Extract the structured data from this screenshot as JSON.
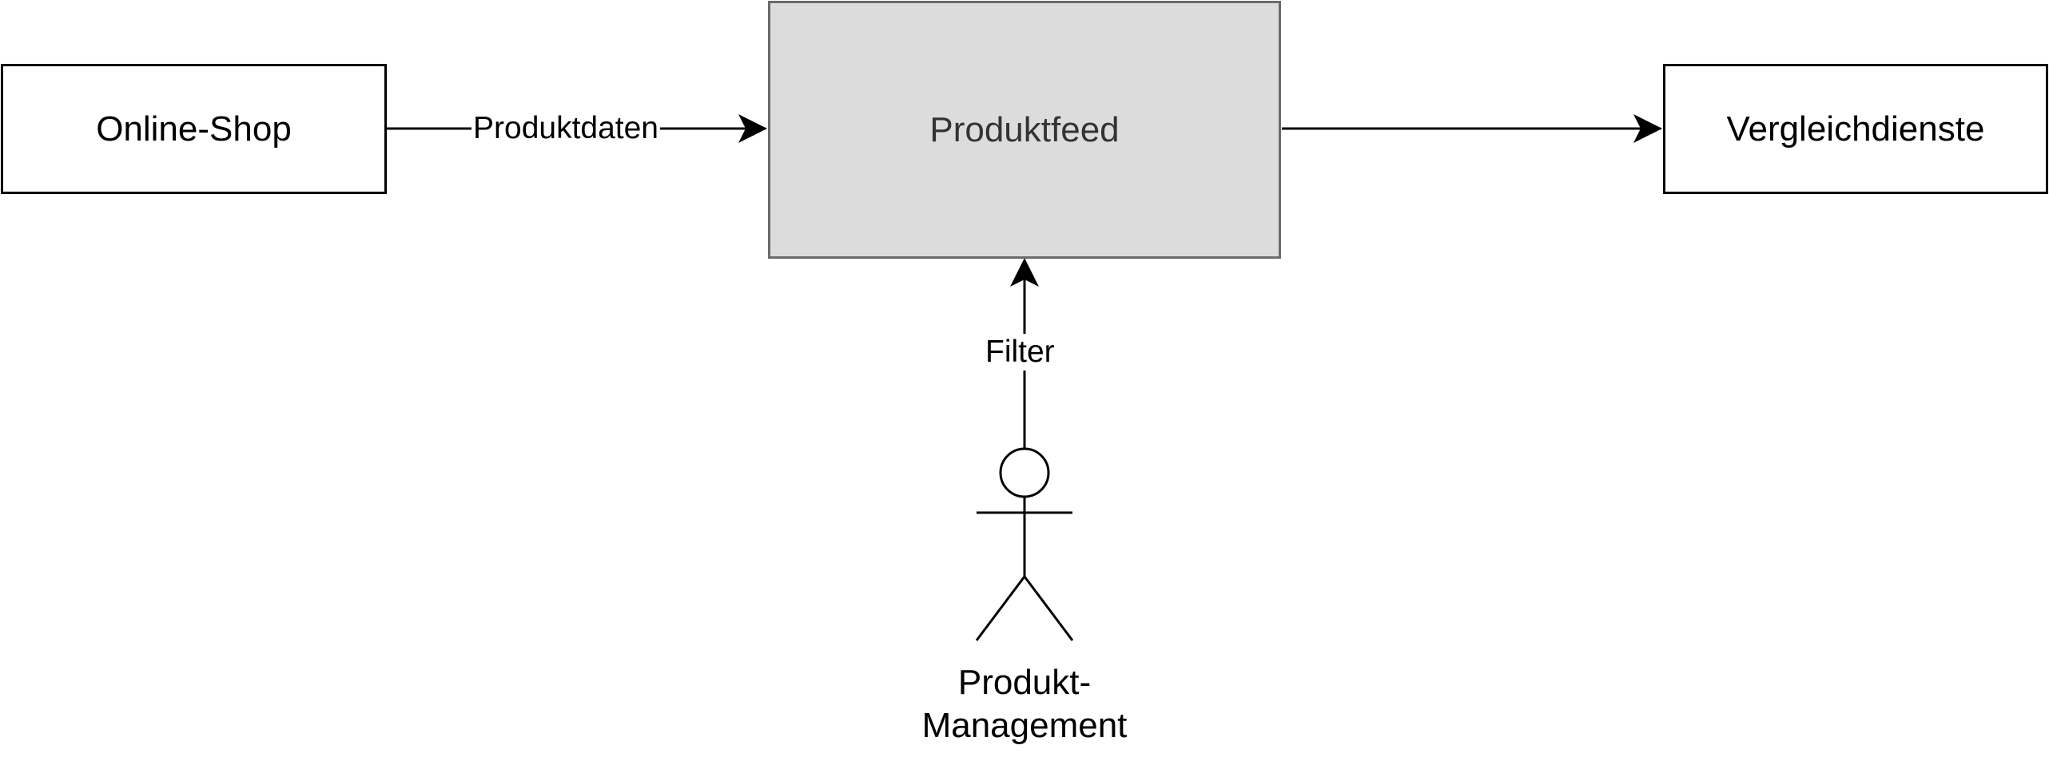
{
  "nodes": {
    "online_shop": "Online-Shop",
    "produktfeed": "Produktfeed",
    "vergleichdienste": "Vergleichdienste"
  },
  "edges": {
    "shop_to_feed": "Produktdaten",
    "actor_to_feed": "Filter"
  },
  "actor": {
    "label_line1": "Produkt-",
    "label_line2": "Management"
  },
  "colors": {
    "stroke": "#000000",
    "feed_fill": "#dcdcdc",
    "feed_stroke": "#6b6b6b",
    "feed_text": "#333333"
  }
}
